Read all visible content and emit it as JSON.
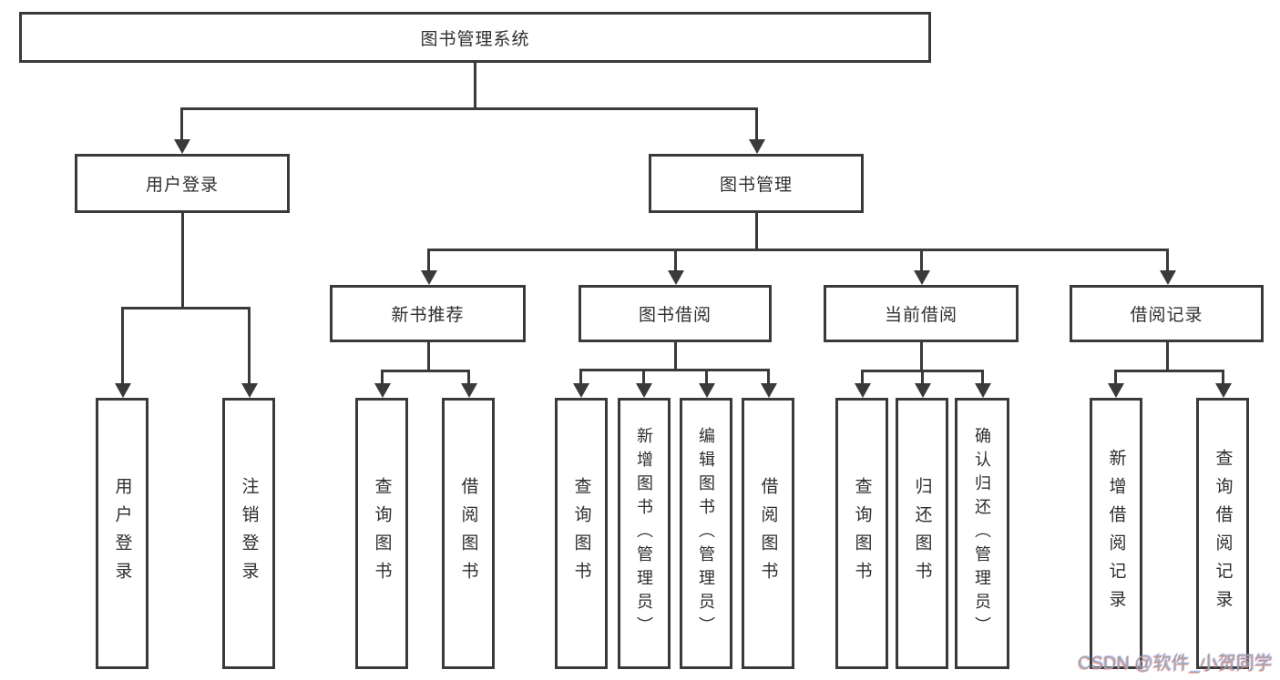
{
  "nodes": {
    "root": {
      "label": "图书管理系统"
    },
    "user_login": {
      "label": "用户登录"
    },
    "book_mgmt": {
      "label": "图书管理"
    },
    "new_books": {
      "label": "新书推荐"
    },
    "book_borrow": {
      "label": "图书借阅"
    },
    "current_borrow": {
      "label": "当前借阅"
    },
    "borrow_records": {
      "label": "借阅记录"
    },
    "leaf_user_login": {
      "label": "用户登录"
    },
    "leaf_logout": {
      "label": "注销登录"
    },
    "leaf_nb_query_books": {
      "label": "查询图书"
    },
    "leaf_nb_borrow_books": {
      "label": "借阅图书"
    },
    "leaf_bb_query_books": {
      "label": "查询图书"
    },
    "leaf_bb_add_books": {
      "label": "新增图书（管理员）"
    },
    "leaf_bb_edit_books": {
      "label": "编辑图书（管理员）"
    },
    "leaf_bb_borrow_books": {
      "label": "借阅图书"
    },
    "leaf_cb_query_books": {
      "label": "查询图书"
    },
    "leaf_cb_return_books": {
      "label": "归还图书"
    },
    "leaf_cb_confirm_return": {
      "label": "确认归还（管理员）"
    },
    "leaf_br_add_record": {
      "label": "新增借阅记录"
    },
    "leaf_br_query_record": {
      "label": "查询借阅记录"
    }
  },
  "hierarchy": {
    "图书管理系统": {
      "用户登录": [
        "用户登录",
        "注销登录"
      ],
      "图书管理": {
        "新书推荐": [
          "查询图书",
          "借阅图书"
        ],
        "图书借阅": [
          "查询图书",
          "新增图书（管理员）",
          "编辑图书（管理员）",
          "借阅图书"
        ],
        "当前借阅": [
          "查询图书",
          "归还图书",
          "确认归还（管理员）"
        ],
        "借阅记录": [
          "新增借阅记录",
          "查询借阅记录"
        ]
      }
    }
  },
  "watermark": {
    "text": "CSDN @软件_小贺同学"
  },
  "colors": {
    "line": "#3a3a3a",
    "text": "#2e2e2e",
    "watermark": "#a3a3a3",
    "background": "#ffffff"
  }
}
